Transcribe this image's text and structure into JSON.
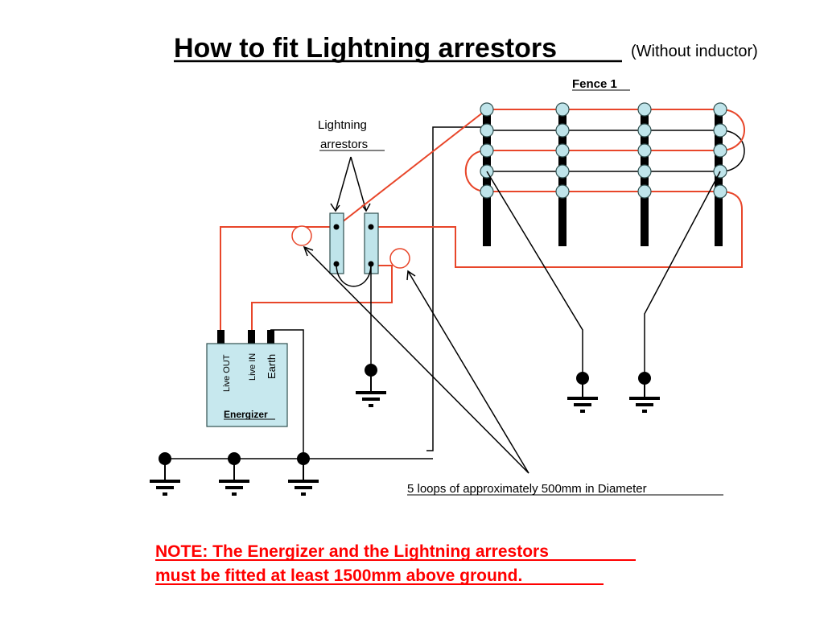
{
  "title": {
    "main": "How to fit Lightning arrestors",
    "sub": "(Without inductor)"
  },
  "fence_label": "Fence 1",
  "arrestors_label": {
    "line1": "Lightning",
    "line2": "arrestors"
  },
  "energizer": {
    "label": "Energizer",
    "terminals": [
      "Live OUT",
      "Live IN",
      "Earth"
    ]
  },
  "loops_label": "5 loops of approximately 500mm in Diameter",
  "note": {
    "line1": "NOTE: The Energizer and the Lightning arrestors",
    "line2": "must be fitted at least 1500mm above ground."
  },
  "colors": {
    "live_wire": "#e8462a",
    "earth_wire": "#000000",
    "insulator": "#bfe4ea",
    "energizer_box": "#c7e8ee",
    "note_text": "#ff0000"
  }
}
